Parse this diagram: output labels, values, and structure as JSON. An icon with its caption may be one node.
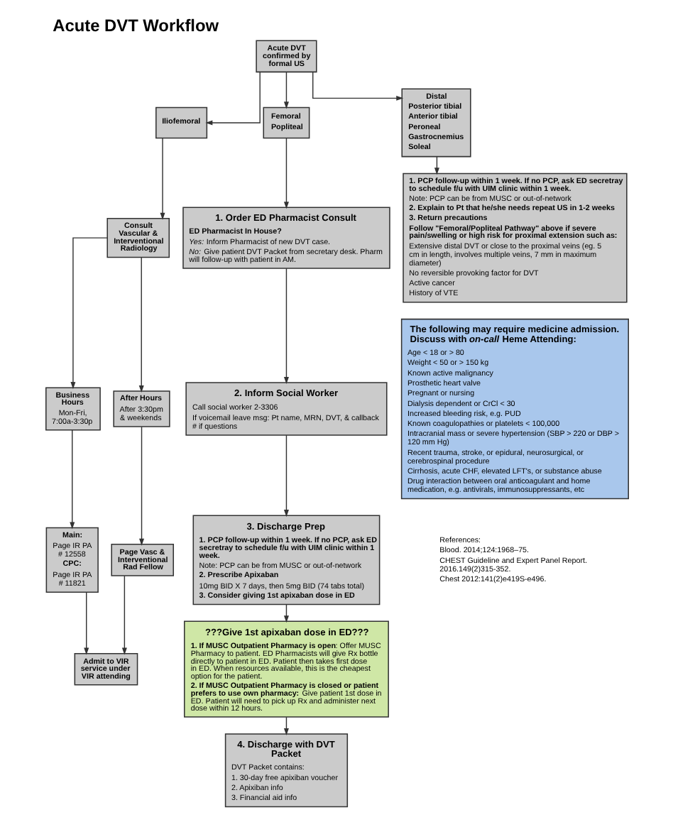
{
  "diagram": {
    "title": "Acute DVT Workflow",
    "nodes": [
      {
        "text": [
          "Acute DVT confirmed by formal US"
        ]
      },
      {
        "text": [
          "Iliofemoral"
        ]
      },
      {
        "text": [
          "Femoral",
          "Popliteal"
        ]
      },
      {
        "text": [
          "Distal",
          "Posterior tibial",
          "Anterior tibial",
          "Peroneal",
          "Gastrocnemius",
          "Soleal"
        ]
      },
      {
        "text": [
          "Consult Vascular & Interventional Radiology"
        ]
      },
      {
        "text": [
          "Business Hours",
          "Mon-Fri, 7:00a-3:30p"
        ]
      },
      {
        "text": [
          "After Hours",
          "After 3:30pm & weekends"
        ]
      },
      {
        "text": [
          "Main:",
          "Page IR PA # 12558",
          "CPC:",
          "Page IR PA # 11821"
        ]
      },
      {
        "text": [
          "Page Vasc & Interventional Rad Fellow"
        ]
      },
      {
        "text": [
          "Admit to VIR service under VIR attending"
        ]
      },
      {
        "text": [
          "1. Order ED Pharmacist Consult",
          "ED Pharmacist In House?",
          "*Yes:* Inform Pharmacist of new DVT case.",
          "*No:* Give patient DVT Packet from secretary desk. Pharm will follow-up with patient in AM."
        ]
      },
      {
        "text": [
          "2. Inform Social Worker",
          "Call social worker 2-3306",
          "If voicemail leave msg: Pt name, MRN, DVT, & callback # if questions"
        ]
      },
      {
        "text": [
          "3. Discharge Prep",
          "1. PCP follow-up within 1 week. If no PCP, ask ED secretray to schedule f/u with UIM clinic within 1 week.",
          "Note: PCP can be from MUSC or out-of-network",
          "2. Prescribe Apixaban",
          "10mg BID X 7 days, then 5mg BID (74 tabs total)",
          "3. Consider giving 1st apixaban dose in ED"
        ]
      },
      {
        "text": [
          "???Give 1st apixaban dose in ED???",
          "**1. If MUSC Outpatient Pharmacy is open**: Offer MUSC Pharmacy to patient. ED Pharmacists will give Rx bottle directly to patient in ED. Patient then takes first dose in ED. When resources available, this is the cheapest option for the patient.",
          "**2. If MUSC Outpatient Pharmacy is closed or patient prefers to use own pharmacy:** Give patient 1st dose in ED. Patient will need to pick up Rx and administer next dose within 12 hours."
        ]
      },
      {
        "text": [
          "4. Discharge with DVT Packet",
          "DVT Packet contains:",
          "1. 30-day free apixiban voucher",
          "2. Apixiban info",
          "3. Financial aid info"
        ]
      },
      {
        "text": [
          "1. PCP follow-up within 1 week. If no PCP, ask ED secretray to schedule f/u with UIM clinic within 1 week.",
          "Note: PCP can be from MUSC or out-of-network",
          "2. Explain to Pt that he/she needs repeat US in 1-2 weeks",
          "3. Return precautions",
          "Follow \"Femoral/Popliteal Pathway\" above if severe pain/swelling or high risk for proximal extension such as:",
          "Extensive distal DVT or close to the proximal veins (eg. 5 cm in length, involves multiple veins, 7 mm in maximum diameter)",
          "No reversible provoking factor for DVT",
          "Active cancer",
          "History of VTE"
        ]
      },
      {
        "text": [
          "The following may require medicine admission. Discuss with *on-call* Heme Attending:",
          "Age < 18 or > 80",
          "Weight < 50 or > 150 kg",
          "Known active malignancy",
          "Prosthetic heart valve",
          "Pregnant or nursing",
          "Dialysis dependent or CrCl < 30",
          "Increased bleeding risk, e.g. PUD",
          "Known coagulopathies or platelets < 100,000",
          "Intracranial mass or severe hypertension (SBP > 220 or DBP > 120 mm Hg)",
          "Recent trauma, stroke, or epidural, neurosurgical, or cerebrospinal procedure",
          "Cirrhosis, acute CHF, elevated LFT's, or substance abuse",
          "Drug interaction between oral anticoagulant and home medication, e.g. antivirals, immunosuppressants, etc"
        ]
      }
    ],
    "edges": [
      {
        "from": 0,
        "to": 1,
        "arrow": "to"
      },
      {
        "from": 0,
        "to": 2,
        "arrow": "to"
      },
      {
        "from": 0,
        "to": 3,
        "arrow": "to"
      },
      {
        "from": 1,
        "to": 4,
        "arrow": "to"
      },
      {
        "from": 4,
        "to": 5,
        "arrow": "to"
      },
      {
        "from": 4,
        "to": 6,
        "arrow": "to"
      },
      {
        "from": 5,
        "to": 7,
        "arrow": "to"
      },
      {
        "from": 6,
        "to": 8,
        "arrow": "to"
      },
      {
        "from": 7,
        "to": 9,
        "arrow": "to"
      },
      {
        "from": 8,
        "to": 9,
        "arrow": "to"
      },
      {
        "from": 2,
        "to": 10,
        "arrow": "to"
      },
      {
        "from": 10,
        "to": 11,
        "arrow": "to"
      },
      {
        "from": 11,
        "to": 12,
        "arrow": "to"
      },
      {
        "from": 12,
        "to": 13,
        "arrow": "to"
      },
      {
        "from": 13,
        "to": 14,
        "arrow": "to"
      },
      {
        "from": 3,
        "to": 15,
        "arrow": "to"
      }
    ],
    "labels": [
      "References:",
      "Blood. 2014;124:1968–75.",
      "CHEST Guideline and Expert Panel Report. 2016.149(2)315-352.",
      "Chest 2012:141(2)e419S-e496."
    ]
  }
}
